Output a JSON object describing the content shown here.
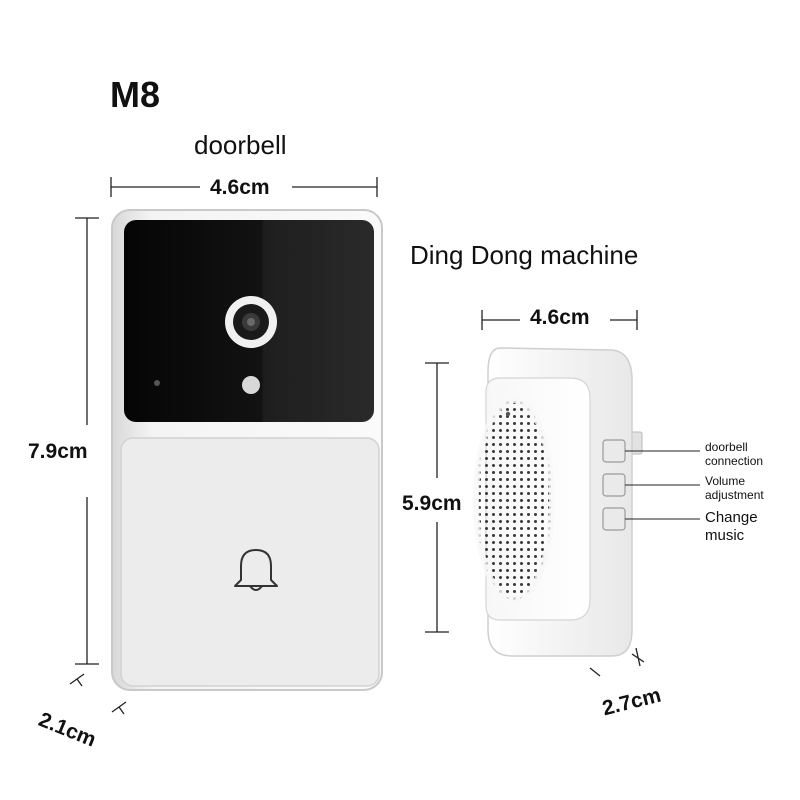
{
  "title": "M8",
  "doorbell": {
    "label": "doorbell",
    "width_label": "4.6cm",
    "height_label": "7.9cm",
    "depth_label": "2.1cm"
  },
  "chime": {
    "label": "Ding Dong machine",
    "width_label": "4.6cm",
    "height_label": "5.9cm",
    "depth_label": "2.7cm",
    "buttons": [
      {
        "line1": "doorbell",
        "line2": "connection"
      },
      {
        "line1": "Volume",
        "line2": "adjustment"
      },
      {
        "line1": "Change",
        "line2": "music"
      }
    ]
  },
  "colors": {
    "device_body": "#f3f3f3",
    "camera_panel": "#0b0b0b",
    "button_panel": "#ececec",
    "dimension_line": "#222222"
  }
}
